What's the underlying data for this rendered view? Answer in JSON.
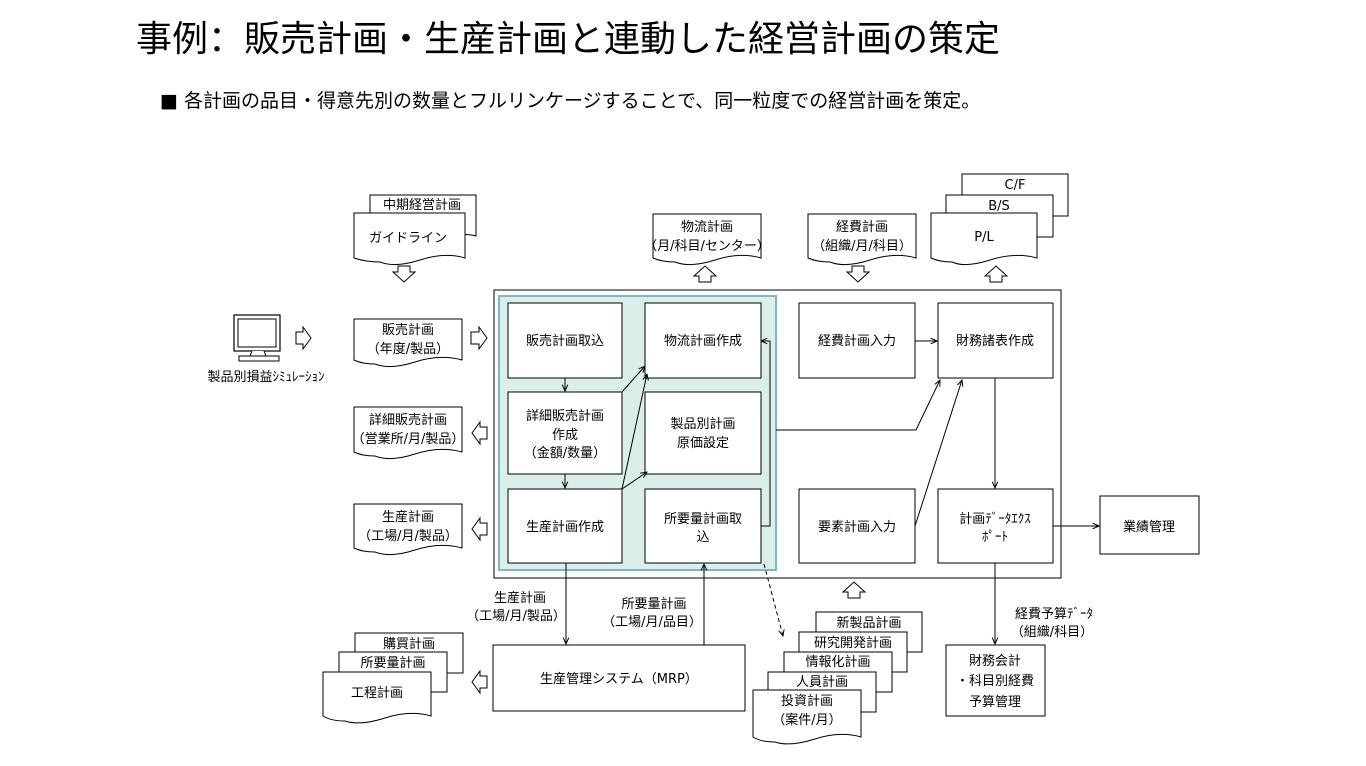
{
  "title": "事例：販売計画・生産計画と連動した経営計画の策定",
  "subtitle": "■ 各計画の品目・得意先別の数量とフルリンケージすることで、同一粒度での経営計画を策定。",
  "docs": {
    "chuki": "中期経営計画",
    "guideline": "ガイドライン",
    "butsuryu_plan": [
      "物流計画",
      "（月/科目/センター）"
    ],
    "keihi_plan": [
      "経費計画",
      "（組織/月/科目）"
    ],
    "cf": "C/F",
    "bs": "B/S",
    "pl": "P/L",
    "hanbai": [
      "販売計画",
      "（年度/製品）"
    ],
    "shosai_hanbai": [
      "詳細販売計画",
      "（営業所/月/製品）"
    ],
    "seisan": [
      "生産計画",
      "（工場/月/製品）"
    ],
    "kobai": "購買計画",
    "shoyoryo": "所要量計画",
    "kotei": "工程計画",
    "shinseihin": "新製品計画",
    "kenkyu": "研究開発計画",
    "johoka": "情報化計画",
    "jinin": "人員計画",
    "toshi": [
      "投資計画",
      "（案件/月）"
    ]
  },
  "boxes": {
    "hanbai_torikomi": "販売計画取込",
    "butsuryu_sakusei": "物流計画作成",
    "shosai_sakusei": [
      "詳細販売計画",
      "作成",
      "（金額/数量）"
    ],
    "genka_settei": [
      "製品別計画",
      "原価設定"
    ],
    "seisan_sakusei": "生産計画作成",
    "shoyoryo_torikomi": [
      "所要量計画取",
      "込"
    ],
    "keihi_nyuryoku": "経費計画入力",
    "zaimu_sakusei": "財務諸表作成",
    "yoso_nyuryoku": "要素計画入力",
    "export": [
      "計画ﾃﾞｰﾀｴｸｽ",
      "ﾎﾟｰﾄ"
    ],
    "gyoseki": "業績管理",
    "mrp": "生産管理システム（MRP）",
    "zaimu_kaikei": [
      "財務会計",
      "・科目別経費",
      "予算管理"
    ]
  },
  "labels": {
    "simulation": "製品別損益ｼﾐｭﾚｰｼｮﾝ",
    "seisan_flow": [
      "生産計画",
      "（工場/月/製品）"
    ],
    "shoyoryo_flow": [
      "所要量計画",
      "（工場/月/品目）"
    ],
    "keihi_yosan": [
      "経費予算ﾃﾞｰﾀ",
      "（組織/科目）"
    ]
  },
  "colors": {
    "highlight_fill": "#daeeea",
    "highlight_stroke": "#7fb6c9",
    "line": "#000000"
  }
}
